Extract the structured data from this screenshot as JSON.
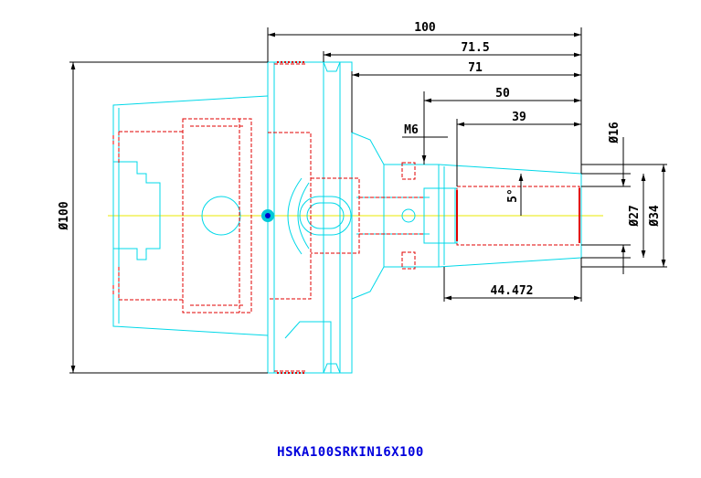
{
  "drawing": {
    "dimensions": {
      "d100_len": "100",
      "d71_5": "71.5",
      "d71": "71",
      "d50": "50",
      "d39": "39",
      "m6": "M6",
      "phi16": "Ø16",
      "angle": "5°",
      "phi27": "Ø27",
      "phi34": "Ø34",
      "phi100": "Ø100",
      "d44_472": "44.472"
    },
    "title": "HSKA100SRKIN16X100",
    "colors": {
      "outline": "#00d8e8",
      "hidden": "#e00000",
      "dimension": "#000000",
      "center": "#e8e800",
      "title": "#0000dd",
      "marker": "#00c8d8"
    }
  }
}
